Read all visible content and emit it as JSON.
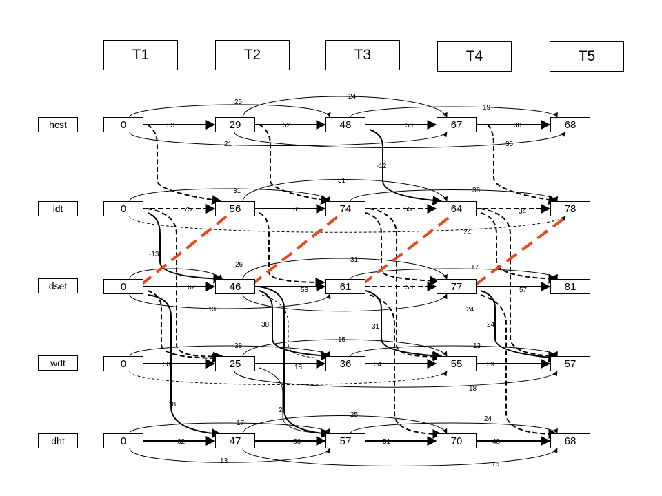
{
  "tasks": [
    "T1",
    "T2",
    "T3",
    "T4",
    "T5"
  ],
  "rows": [
    {
      "label": "hcst",
      "values": [
        "0",
        "29",
        "48",
        "67",
        "68"
      ]
    },
    {
      "label": "idt",
      "values": [
        "0",
        "56",
        "74",
        "64",
        "78"
      ]
    },
    {
      "label": "dset",
      "values": [
        "0",
        "46",
        "61",
        "77",
        "81"
      ]
    },
    {
      "label": "wdt",
      "values": [
        "0",
        "25",
        "36",
        "55",
        "57"
      ]
    },
    {
      "label": "dht",
      "values": [
        "0",
        "47",
        "57",
        "70",
        "68"
      ]
    }
  ],
  "colors": {
    "line": "#000000",
    "highlight": "#e8461c"
  },
  "edge_labels": {
    "hcst": {
      "next": [
        "53",
        "52",
        "50",
        "38"
      ],
      "above": [
        "25",
        "24",
        "19"
      ],
      "below": [
        "21",
        "35"
      ]
    },
    "idt": {
      "next": [
        "75",
        "61",
        "55",
        "34"
      ],
      "above": [
        "31",
        "31",
        "36"
      ],
      "below": [
        "24"
      ]
    },
    "dset": {
      "next": [
        "62",
        "58",
        "50",
        "57"
      ],
      "above": [
        "26",
        "31",
        "17"
      ],
      "below": [
        "13",
        "24"
      ]
    },
    "wdt": {
      "next": [
        "38",
        "18",
        "34",
        "39"
      ],
      "above": [
        "38",
        "15",
        "13"
      ],
      "below": [
        "18"
      ]
    },
    "dht": {
      "next": [
        "62",
        "56",
        "51",
        "48"
      ],
      "above": [
        "17",
        "25",
        "24"
      ],
      "below": [
        "13",
        "16"
      ]
    },
    "cross": [
      "-12",
      "-13",
      "38",
      "31",
      "24",
      "18",
      "24"
    ]
  }
}
